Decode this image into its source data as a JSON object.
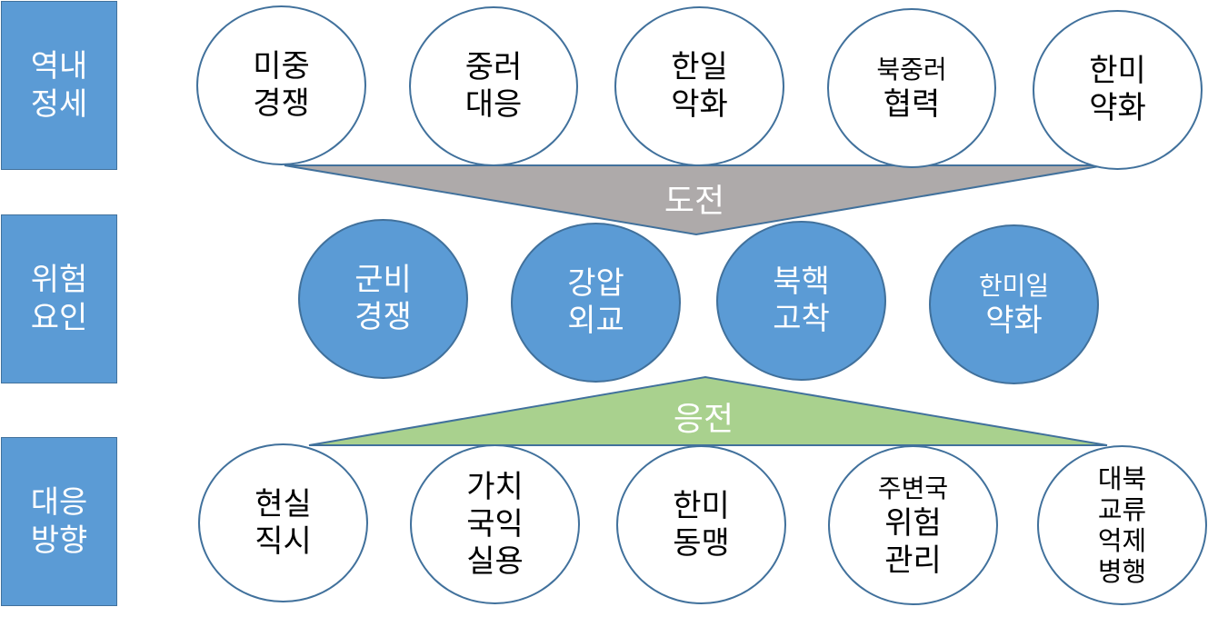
{
  "side_labels": [
    {
      "text": "역내\n정세"
    },
    {
      "text": "위험\n요인"
    },
    {
      "text": "대응\n방향"
    }
  ],
  "row1": [
    {
      "lines": [
        "미중",
        "경쟁"
      ]
    },
    {
      "lines": [
        "중러",
        "대응"
      ]
    },
    {
      "lines": [
        "한일",
        "악화"
      ]
    },
    {
      "lines": [
        "북중러",
        "협력"
      ]
    },
    {
      "lines": [
        "한미",
        "약화"
      ]
    }
  ],
  "row2": [
    {
      "lines": [
        "군비",
        "경쟁"
      ]
    },
    {
      "lines": [
        "강압",
        "외교"
      ]
    },
    {
      "lines": [
        "북핵",
        "고착"
      ]
    },
    {
      "lines": [
        "한미일",
        "약화"
      ]
    }
  ],
  "row3": [
    {
      "lines": [
        "현실",
        "직시"
      ]
    },
    {
      "lines": [
        "가치",
        "국익",
        "실용"
      ]
    },
    {
      "lines": [
        "한미",
        "동맹"
      ]
    },
    {
      "lines": [
        "주변국",
        "위험",
        "관리"
      ]
    },
    {
      "lines": [
        "대북",
        "교류",
        "억제",
        "병행"
      ]
    }
  ],
  "banners": {
    "challenge": "도전",
    "response": "응전"
  },
  "colors": {
    "side_fill": "#5b9bd5",
    "circle_border": "#41719c",
    "challenge_fill": "#aeaaaa",
    "response_fill": "#a9d18e"
  }
}
